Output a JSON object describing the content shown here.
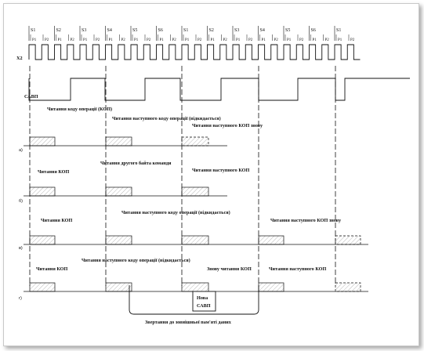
{
  "state_labels": [
    "S1",
    "S2",
    "S3",
    "S4",
    "S5",
    "S6",
    "S1",
    "S2",
    "S3",
    "S4",
    "S5",
    "S6",
    "S1"
  ],
  "phase_labels": [
    "P1",
    "P2"
  ],
  "signals": {
    "clock": "X2",
    "strobe": "САВП"
  },
  "row_labels": [
    "а)",
    "б)",
    "в)",
    "г)"
  ],
  "annotations": {
    "a_1": "Читання коду операції (КОП)",
    "a_2": "Читання наступного коду операції (відкидається)",
    "a_3": "Читання наступного КОП знову",
    "b_1": "Читання КОП",
    "b_2": "Читання другого байта команди",
    "b_3": "Читання наступного КОП",
    "c_1": "Читання КОП",
    "c_2": "Читання наступного коду операції (відкидається)",
    "c_3": "Читання наступного КОП знову",
    "d_1": "Читання КОП",
    "d_2": "Читання наступного коду операції (відкидається)",
    "d_3": "Знову читання КОП",
    "d_4": "Читання наступного КОП"
  },
  "new_strobe_box": [
    "Нова",
    "САВП"
  ],
  "bracket_caption": "Звертання до зовнішньої пам'яті даних"
}
